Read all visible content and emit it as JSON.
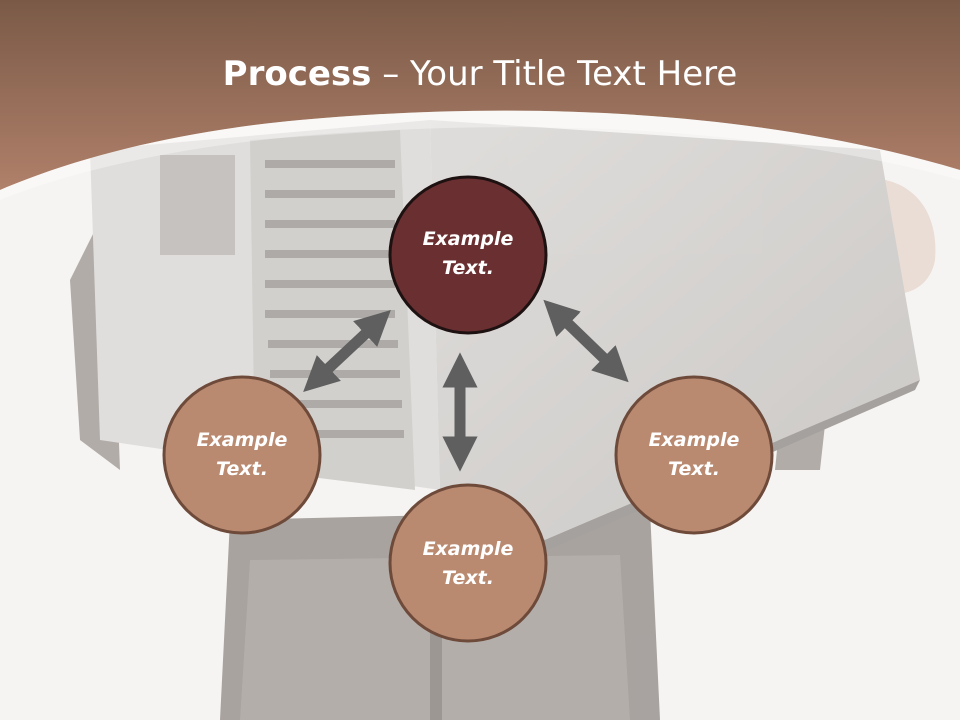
{
  "slide": {
    "title_bold": "Process",
    "title_separator": " – ",
    "title_rest": "Your Title Text Here"
  },
  "nodes": {
    "top": {
      "line1": "Example",
      "line2": "Text."
    },
    "left": {
      "line1": "Example",
      "line2": "Text."
    },
    "bottom": {
      "line1": "Example",
      "line2": "Text."
    },
    "right": {
      "line1": "Example",
      "line2": "Text."
    }
  },
  "colors": {
    "header": "#a87a62",
    "top_node": "#6a2f31",
    "node": "#b98a70",
    "node_border": "#6e4a3a",
    "arrow": "#5f5f5f"
  }
}
